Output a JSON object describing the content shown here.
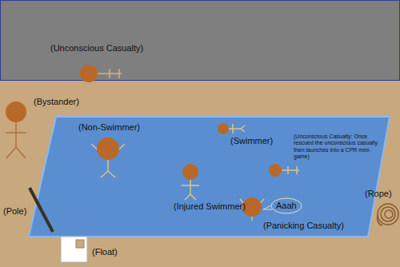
{
  "diagram": {
    "nodes": [
      {
        "text": [
          "(Unconscious Casualty)"
        ]
      },
      {
        "text": [
          "(Non-Swimmer)",
          "(Swimmer)",
          "(Unconscious Casualty: Once rescued the unconscious casualty then launches into a CPR mini-game)",
          "(Injured Swimmer)",
          "(Panicking Casualty)"
        ]
      },
      {
        "text": [
          "Aaah"
        ],
        "in": 1
      }
    ],
    "labels": [
      "(Bystander)",
      "(Rope)",
      "(Pole)",
      "(Float)"
    ]
  }
}
